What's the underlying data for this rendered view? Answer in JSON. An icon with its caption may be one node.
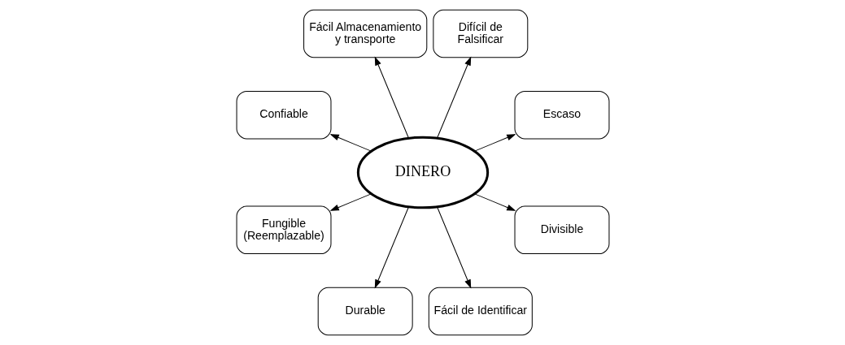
{
  "diagram": {
    "nodes": [
      {
        "text": [
          "DINERO"
        ]
      },
      {
        "text": [
          "Escaso"
        ]
      },
      {
        "text": [
          "Difícil de Falsificar"
        ]
      },
      {
        "text": [
          "Fácil Almacenamiento y transporte"
        ]
      },
      {
        "text": [
          "Confiable"
        ]
      },
      {
        "text": [
          "Fungible (Reemplazable)"
        ]
      },
      {
        "text": [
          "Durable"
        ]
      },
      {
        "text": [
          "Fácil de Identificar"
        ]
      },
      {
        "text": [
          "Divisible"
        ]
      }
    ],
    "edges": [
      {
        "from": 0,
        "to": 1,
        "arrow": "to"
      },
      {
        "from": 0,
        "to": 2,
        "arrow": "to"
      },
      {
        "from": 0,
        "to": 3,
        "arrow": "to"
      },
      {
        "from": 0,
        "to": 4,
        "arrow": "to"
      },
      {
        "from": 0,
        "to": 5,
        "arrow": "to"
      },
      {
        "from": 0,
        "to": 6,
        "arrow": "to"
      },
      {
        "from": 0,
        "to": 7,
        "arrow": "to"
      },
      {
        "from": 0,
        "to": 8,
        "arrow": "to"
      }
    ]
  }
}
